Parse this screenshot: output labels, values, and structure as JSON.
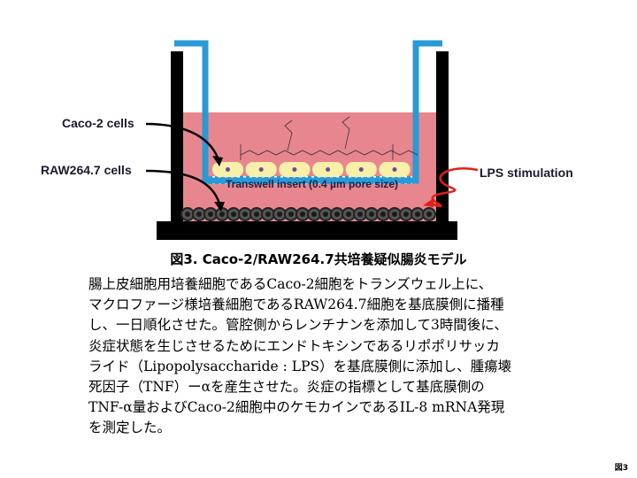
{
  "diagram": {
    "labels": {
      "caco2": "Caco-2 cells",
      "raw": "RAW264.7 cells",
      "lps": "LPS stimulation",
      "insert": "Transwell insert (0.4 µm pore size)"
    },
    "colors": {
      "medium": "#e8868f",
      "insert": "#2a9ad6",
      "caco_cell": "#f8efa8",
      "nucleus": "#6a4a9c",
      "wall": "#000000",
      "lps": "#e0201a"
    }
  },
  "caption": "図3. Caco-2/RAW264.7共培養疑似腸炎モデル",
  "body_lines": [
    "腸上皮細胞用培養細胞であるCaco-2細胞をトランズウェル上に、",
    "マクロファージ様培養細胞であるRAW264.7細胞を基底膜側に播種",
    "し、一日順化させた。管腔側からレンチナンを添加して3時間後に、",
    "炎症状態を生じさせるためにエンドトキシンであるリポポリサッカ",
    "ライド（Lipopolysaccharide : LPS）を基底膜側に添加し、腫瘍壊",
    "死因子（TNF）ーαを産生させた。炎症の指標として基底膜側の",
    "TNF-α量およびCaco-2細胞中のケモカインであるIL-8 mRNA発現",
    "を測定した。"
  ],
  "figure_tag": "図3"
}
